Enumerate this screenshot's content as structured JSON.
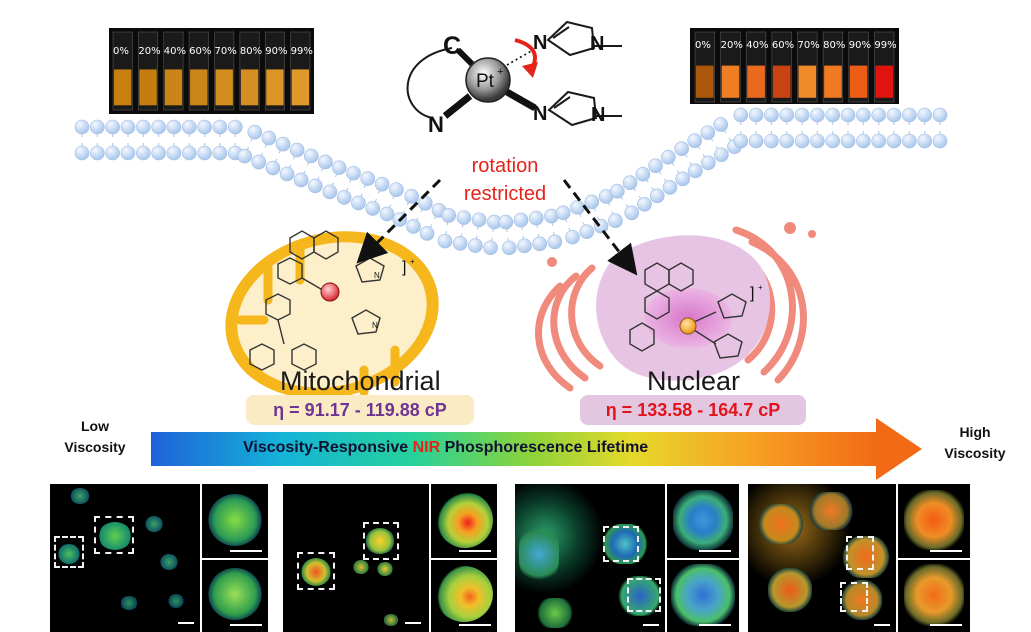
{
  "vials_left": {
    "labels": [
      "0%",
      "20%",
      "40%",
      "60%",
      "70%",
      "80%",
      "90%",
      "99%"
    ],
    "liquid_colors": [
      "#c77f0e",
      "#c57d12",
      "#c98516",
      "#cc8518",
      "#d38c1e",
      "#d68e22",
      "#dc9426",
      "#e09a2c"
    ]
  },
  "vials_right": {
    "labels": [
      "0%",
      "20%",
      "40%",
      "60%",
      "70%",
      "80%",
      "90%",
      "99%"
    ],
    "liquid_colors": [
      "#a8570d",
      "#ef7e22",
      "#e9691f",
      "#c94212",
      "#ef8a2a",
      "#f07a22",
      "#ed5d15",
      "#e0130f"
    ]
  },
  "complex": {
    "metal": "Pt",
    "charge": "+",
    "atom_c": "C",
    "atom_n": "N",
    "imidazole_n1": "N",
    "imidazole_n2": "N"
  },
  "rotation_label": {
    "line1": "rotation",
    "line2": "restricted"
  },
  "mitochondrial": {
    "label": "Mitochondrial",
    "eta": "η = 91.17 - 119.88 cP"
  },
  "nuclear": {
    "label": "Nuclear",
    "eta": "η = 133.58 - 164.7 cP"
  },
  "viscosity_arrow": {
    "low_line1": "Low",
    "low_line2": "Viscosity",
    "high_line1": "High",
    "high_line2": "Viscosity",
    "text_before": "Viscosity-Responsive ",
    "text_highlight": "NIR",
    "text_after": " Phosphorescence Lifetime"
  },
  "colors": {
    "mito_gold": "#f6b71c",
    "nucleus_pink": "#e7c4e3",
    "er_salmon": "#f08a7d",
    "eta_mito_bg": "#fbebc4",
    "eta_mito_text": "#6e3593",
    "eta_nuc_bg": "#e3c6e0",
    "eta_nuc_text": "#e0141b",
    "membrane_head": "#c8dcf4",
    "rotation_red": "#e5231b"
  }
}
